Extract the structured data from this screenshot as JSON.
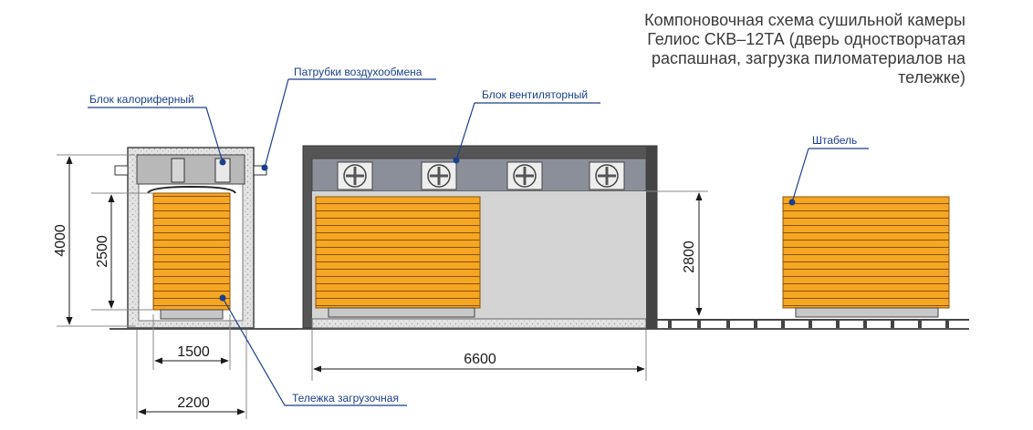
{
  "title": {
    "lines": [
      "Компоновочная схема сушильной камеры",
      "Гелиос СКВ–12ТА (дверь одностворчатая",
      "распашная, загрузка пиломатериалов на",
      "тележке)"
    ]
  },
  "labels": {
    "heater_block": "Блок калориферный",
    "air_pipes": "Патрубки воздухообмена",
    "fan_block": "Блок вентиляторный",
    "stack": "Штабель",
    "loading_cart": "Тележка загрузочная"
  },
  "dimensions": {
    "height_total": "4000",
    "height_stack": "2500",
    "width_inner": "1500",
    "width_outer": "2200",
    "length": "6600",
    "height_side": "2800"
  },
  "colors": {
    "label_blue": "#1a3f8c",
    "lumber": "#f5a623",
    "wall_dark": "#555555",
    "fan_box": "#8a8f99"
  }
}
